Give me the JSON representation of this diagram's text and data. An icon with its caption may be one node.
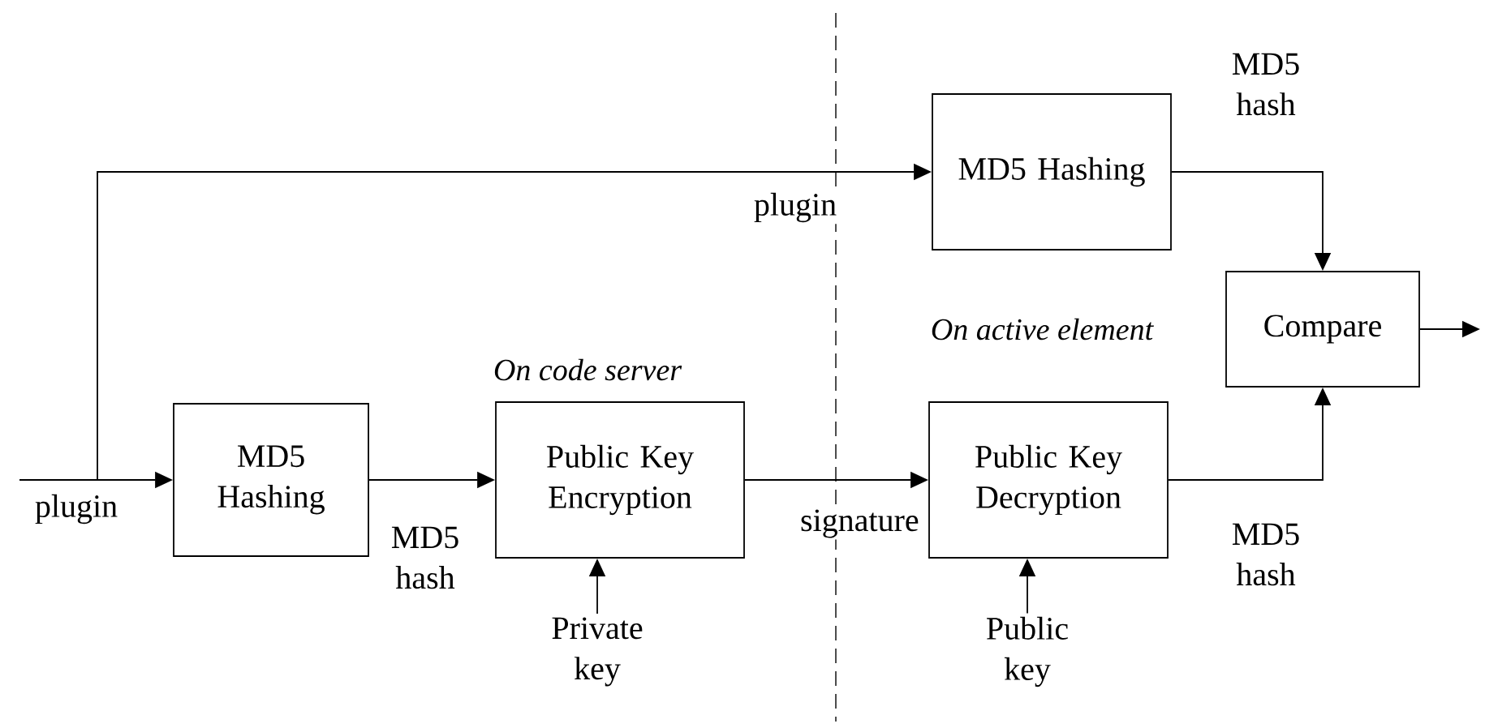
{
  "diagram": {
    "nodes": [
      {
        "text": [
          "MD5 Hashing"
        ]
      },
      {
        "text": [
          "Public Key Encryption"
        ]
      },
      {
        "text": [
          "MD5 Hashing"
        ]
      },
      {
        "text": [
          "Compare"
        ]
      },
      {
        "text": [
          "Public Key Decryption"
        ]
      },
      {
        "text": [
          "Private key"
        ]
      },
      {
        "text": [
          "Public key"
        ]
      }
    ],
    "edges": [
      {
        "from": null,
        "to": 0,
        "arrow": "to",
        "label": "plugin"
      },
      {
        "from": null,
        "to": 2,
        "arrow": "to",
        "label": "plugin"
      },
      {
        "from": 0,
        "to": 1,
        "arrow": "to",
        "label": "MD5 hash"
      },
      {
        "from": 1,
        "to": 4,
        "arrow": "to",
        "label": "signature"
      },
      {
        "from": 2,
        "to": 3,
        "arrow": "to",
        "label": "MD5 hash"
      },
      {
        "from": 4,
        "to": 3,
        "arrow": "to",
        "label": "MD5 hash"
      },
      {
        "from": 3,
        "to": null,
        "arrow": "to"
      },
      {
        "from": 5,
        "to": 1,
        "arrow": "to"
      },
      {
        "from": 6,
        "to": 4,
        "arrow": "to"
      }
    ],
    "labels": [
      "On code server",
      "On active element"
    ]
  }
}
